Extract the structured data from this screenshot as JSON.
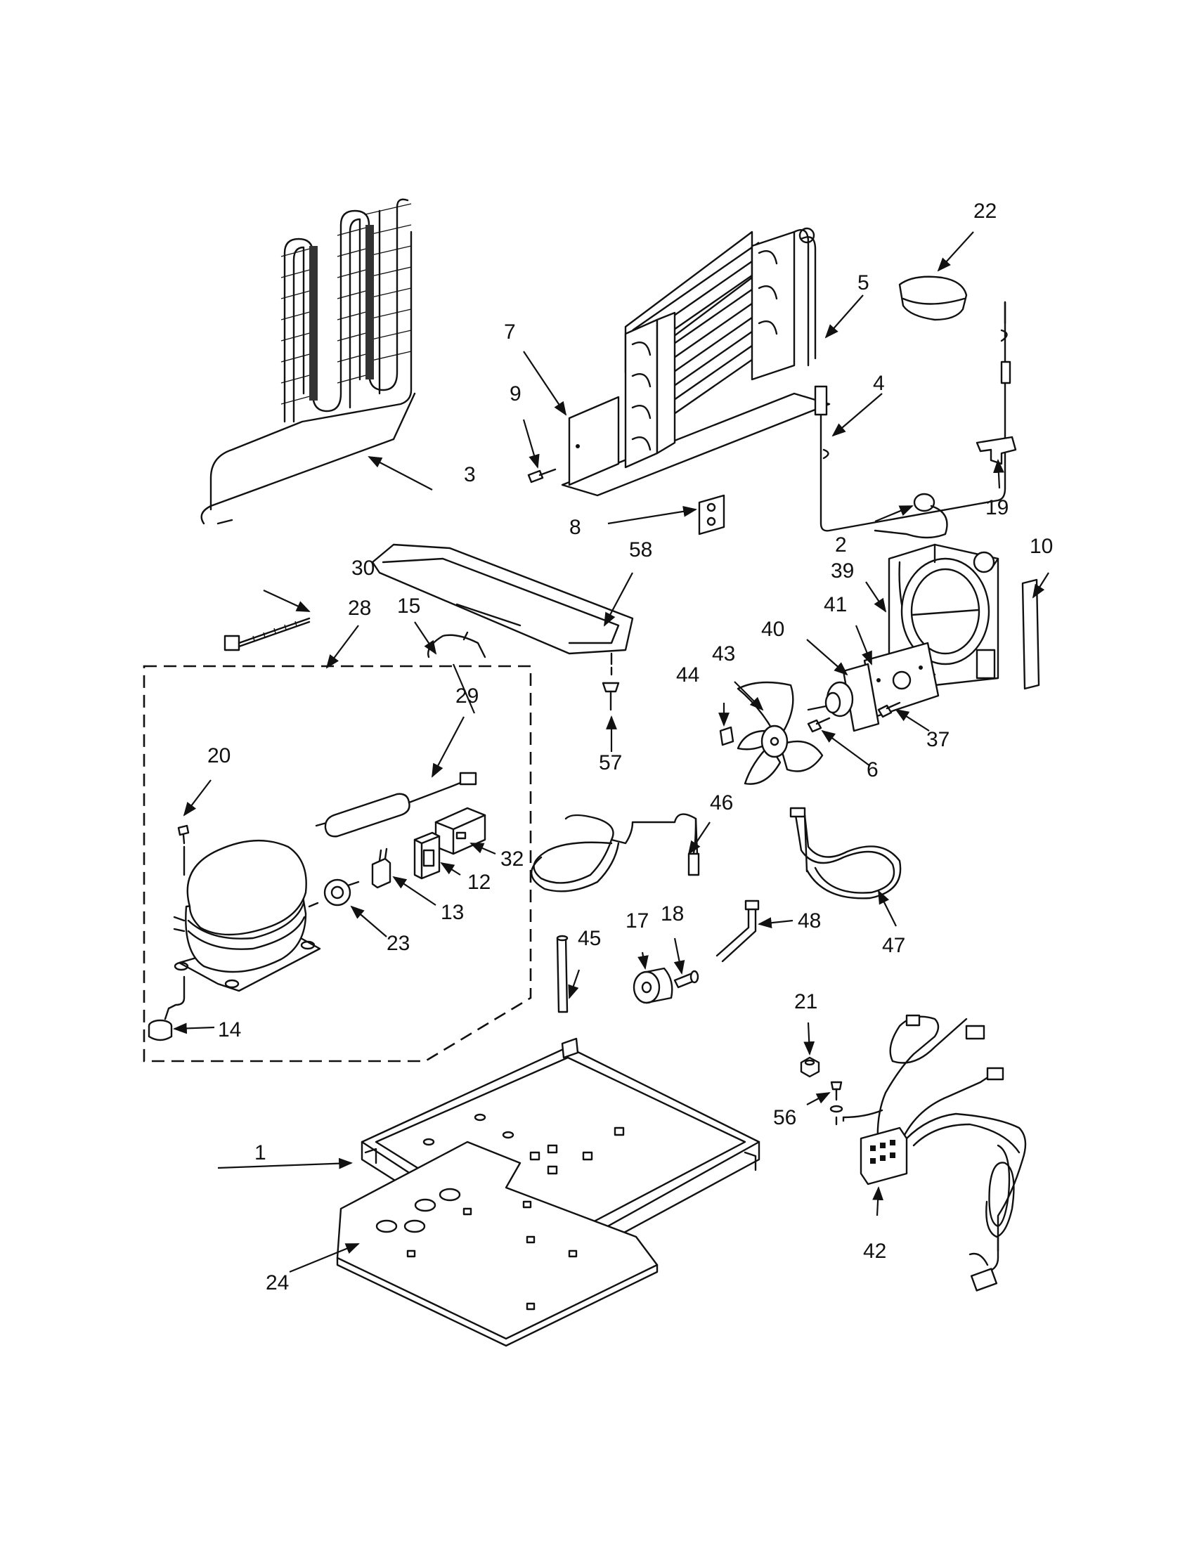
{
  "callouts": [
    {
      "id": "p1",
      "label": "1"
    },
    {
      "id": "p2",
      "label": "2"
    },
    {
      "id": "p3",
      "label": "3"
    },
    {
      "id": "p4",
      "label": "4"
    },
    {
      "id": "p5",
      "label": "5"
    },
    {
      "id": "p6",
      "label": "6"
    },
    {
      "id": "p7",
      "label": "7"
    },
    {
      "id": "p8",
      "label": "8"
    },
    {
      "id": "p9",
      "label": "9"
    },
    {
      "id": "p10",
      "label": "10"
    },
    {
      "id": "p12",
      "label": "12"
    },
    {
      "id": "p13",
      "label": "13"
    },
    {
      "id": "p14",
      "label": "14"
    },
    {
      "id": "p15",
      "label": "15"
    },
    {
      "id": "p17",
      "label": "17"
    },
    {
      "id": "p18",
      "label": "18"
    },
    {
      "id": "p19",
      "label": "19"
    },
    {
      "id": "p20",
      "label": "20"
    },
    {
      "id": "p21",
      "label": "21"
    },
    {
      "id": "p22",
      "label": "22"
    },
    {
      "id": "p23",
      "label": "23"
    },
    {
      "id": "p24",
      "label": "24"
    },
    {
      "id": "p28",
      "label": "28"
    },
    {
      "id": "p29",
      "label": "29"
    },
    {
      "id": "p30",
      "label": "30"
    },
    {
      "id": "p32",
      "label": "32"
    },
    {
      "id": "p37",
      "label": "37"
    },
    {
      "id": "p39",
      "label": "39"
    },
    {
      "id": "p40",
      "label": "40"
    },
    {
      "id": "p41",
      "label": "41"
    },
    {
      "id": "p42",
      "label": "42"
    },
    {
      "id": "p43",
      "label": "43"
    },
    {
      "id": "p44",
      "label": "44"
    },
    {
      "id": "p45",
      "label": "45"
    },
    {
      "id": "p46",
      "label": "46"
    },
    {
      "id": "p47",
      "label": "47"
    },
    {
      "id": "p48",
      "label": "48"
    },
    {
      "id": "p56",
      "label": "56"
    },
    {
      "id": "p57",
      "label": "57"
    },
    {
      "id": "p58",
      "label": "58"
    }
  ]
}
